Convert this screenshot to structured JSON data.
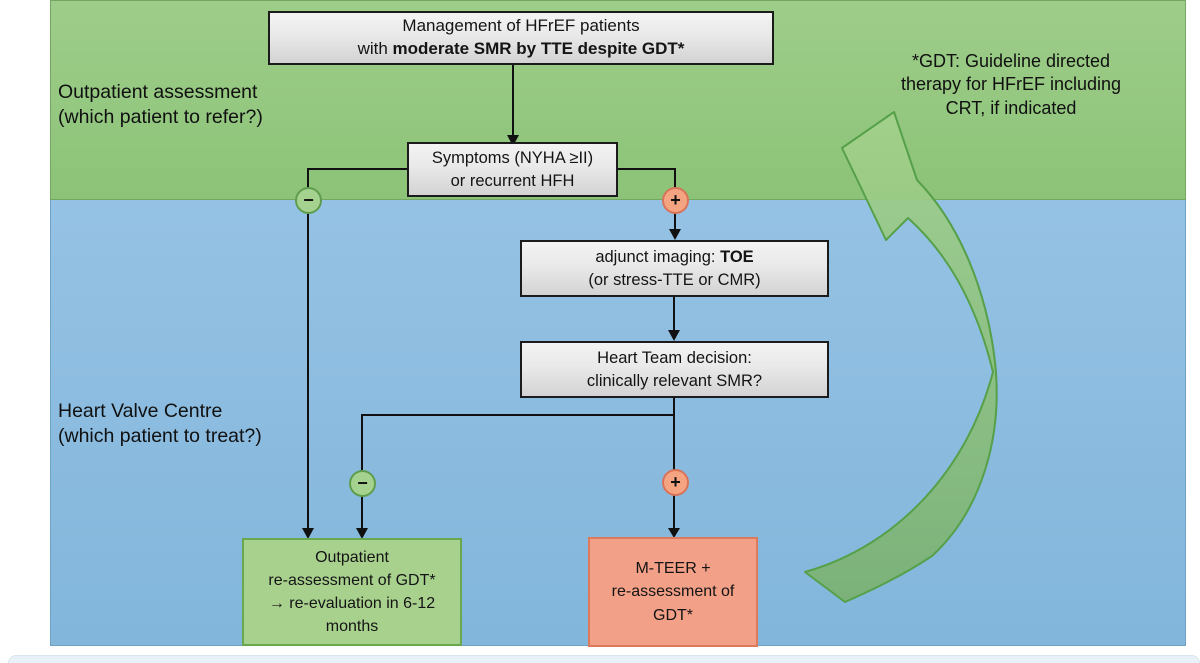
{
  "regions": {
    "outpatient": {
      "label": "Outpatient assessment\n(which patient to refer?)"
    },
    "heart_valve_centre": {
      "label": "Heart Valve Centre\n(which patient to treat?)"
    }
  },
  "note": {
    "gdt": "*GDT: Guideline directed\ntherapy for HFrEF including\nCRT, if indicated"
  },
  "boxes": {
    "title": {
      "line1": "Management of HFrEF patients",
      "line2_prefix": "with ",
      "line2_bold": "moderate SMR by TTE despite GDT*"
    },
    "symptoms": {
      "line1": "Symptoms (NYHA ≥II)",
      "line2": "or recurrent HFH"
    },
    "adjunct_imaging": {
      "line1_prefix": "adjunct imaging: ",
      "line1_bold": "TOE",
      "line2": "(or stress-TTE or CMR)"
    },
    "heart_team": {
      "line1": "Heart Team decision:",
      "line2": "clinically relevant SMR?"
    },
    "outcome_negative": {
      "text": "Outpatient\nre-assessment of GDT*\n→ re-evaluation in 6-12\nmonths"
    },
    "outcome_positive": {
      "text": "M-TEER +\nre-assessment of\nGDT*"
    }
  },
  "signs": {
    "negative": "−",
    "positive": "+"
  },
  "colors": {
    "region_green": "#94c77f",
    "region_blue": "#8bbcdf",
    "outcome_green_fill": "#a9d18e",
    "outcome_green_border": "#6aa84f",
    "outcome_red_fill": "#f2a087",
    "outcome_red_border": "#dd7a5e",
    "feedback_arrow_green": "#8cc672",
    "connector_black": "#111111",
    "box_gray_fill": "#e8e8e8",
    "box_border": "#1b1b1b"
  }
}
